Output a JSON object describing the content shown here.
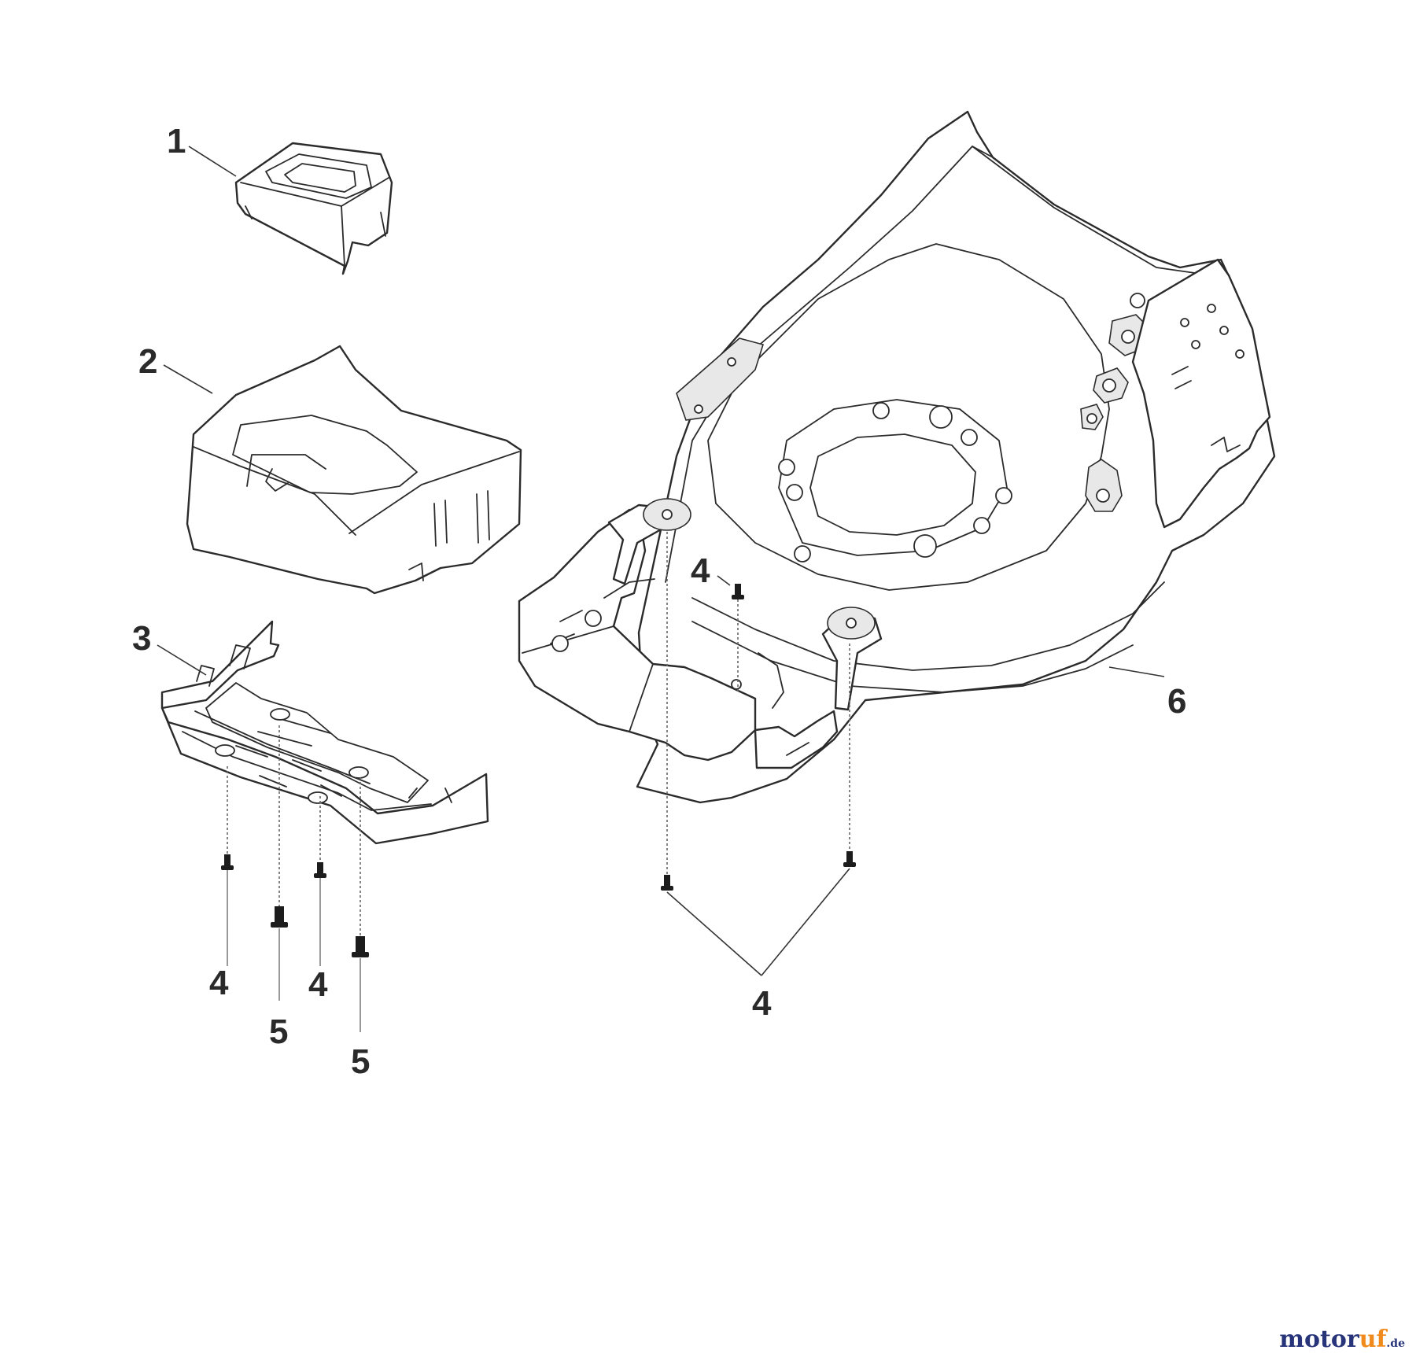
{
  "callouts": {
    "c1": "1",
    "c2": "2",
    "c3": "3",
    "c4_deck": "4",
    "c4_left_a": "4",
    "c4_left_b": "4",
    "c4_bottom": "4",
    "c5_a": "5",
    "c5_b": "5",
    "c6": "6"
  },
  "watermark": {
    "main": "motor",
    "accent": "uf",
    "tld": ".de"
  }
}
